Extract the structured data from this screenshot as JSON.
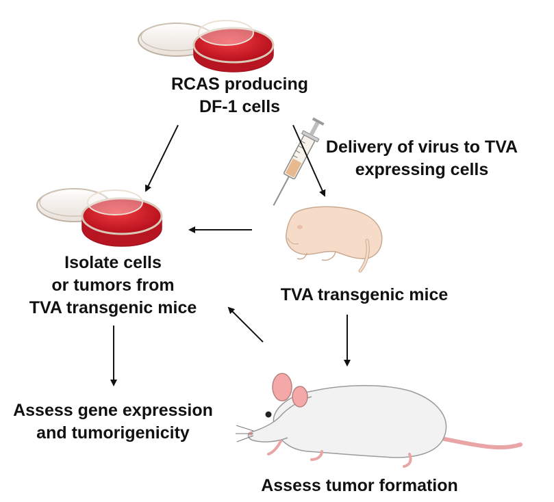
{
  "labels": {
    "rcas_line1": "RCAS producing",
    "rcas_line2": "DF-1 cells",
    "delivery_line1": "Delivery of virus to TVA",
    "delivery_line2": "expressing cells",
    "isolate_line1": "Isolate cells",
    "isolate_line2": "or tumors from",
    "isolate_line3": "TVA transgenic mice",
    "tva_mice": "TVA transgenic mice",
    "assess_gene_line1": "Assess gene expression",
    "assess_gene_line2": "and tumorigenicity",
    "assess_tumor": "Assess tumor formation"
  },
  "colors": {
    "dish_medium": "#d81d2a",
    "dish_rim": "#e8d9c8",
    "pup_skin": "#f6dcc8",
    "mouse_fur": "#f2f2f2",
    "mouse_ear": "#f4a9a8",
    "arrow": "#111111"
  },
  "icons": [
    "petri-dish-icon",
    "syringe-icon",
    "newborn-mouse-icon",
    "adult-mouse-icon"
  ]
}
